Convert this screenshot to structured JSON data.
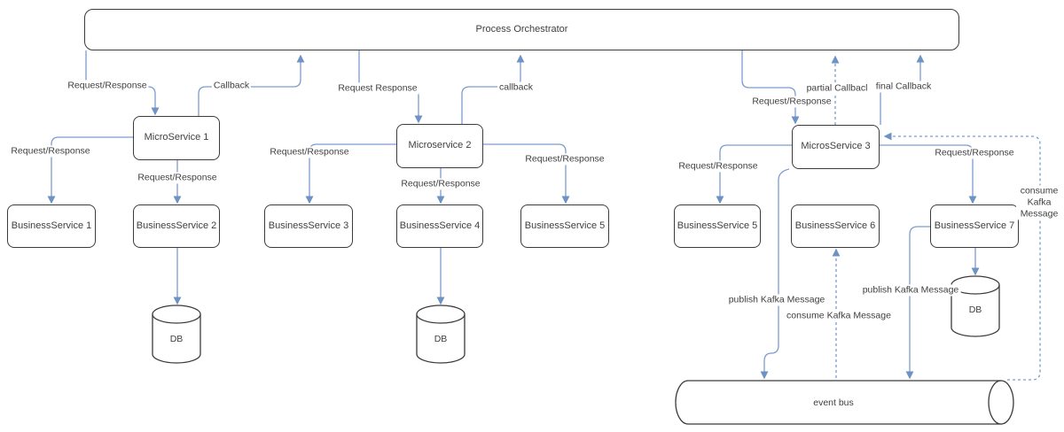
{
  "nodes": {
    "orchestrator": {
      "label": "Process Orchestrator"
    },
    "ms1": {
      "label": "MicroService 1"
    },
    "ms2": {
      "label": "Microservice 2"
    },
    "ms3": {
      "label": "MicrosService 3"
    },
    "bs1": {
      "label": "BusinessService 1"
    },
    "bs2": {
      "label": "BusinessService 2"
    },
    "bs3": {
      "label": "BusinessService 3"
    },
    "bs4": {
      "label": "BusinessService 4"
    },
    "bs5_mid": {
      "label": "BusinessService 5"
    },
    "bs5_right": {
      "label": "BusinessService 5"
    },
    "bs6": {
      "label": "BusinessService 6"
    },
    "bs7": {
      "label": "BusinessService 7"
    },
    "db1": {
      "label": "DB"
    },
    "db2": {
      "label": "DB"
    },
    "db3": {
      "label": "DB"
    },
    "event_bus": {
      "label": "event bus"
    }
  },
  "edge_labels": {
    "orch_ms1": "Request/Response",
    "ms1_callback": "Callback",
    "ms1_bs1": "Request/Response",
    "ms1_bs2": "Request/Response",
    "orch_ms2": "Request Response",
    "ms2_callback": "callback",
    "ms2_bs3": "Request/Response",
    "ms2_bs4": "Request/Response",
    "ms2_bs5": "Request/Response",
    "orch_ms3": "Request/Response",
    "ms3_partial_callback": "partial Callbacl",
    "ms3_final_callback": "final Callback",
    "ms3_bs5": "Request/Response",
    "ms3_bs7": "Request/Response",
    "ms3_publish": "publish Kafka Message",
    "bs6_consume": "consume Kafka Message",
    "bs7_publish": "publish Kafka Message",
    "ms3_consume": "consume Kafka Message"
  },
  "colors": {
    "connector": "#7c9cce",
    "arrowhead": "#6d92c4",
    "shape_border": "#3b3b3b",
    "text": "#3f3f3f",
    "background": "#ffffff"
  }
}
